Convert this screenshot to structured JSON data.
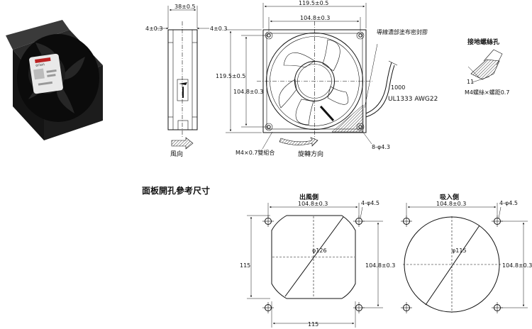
{
  "photo": {
    "brand": "orion"
  },
  "side_view": {
    "dim_depth": "38±0.5",
    "dim_flange_left": "4±0.3",
    "dim_flange_right": "4±0.3",
    "label_airflow": "風向"
  },
  "front_view": {
    "dim_width_outer": "119.5±0.5",
    "dim_width_hole": "104.8±0.3",
    "dim_height_outer": "119.5±0.5",
    "dim_height_hole": "104.8±0.3",
    "label_lead_seal": "導線濃部塗布密封膠",
    "label_lead_length": "1000",
    "label_lead_spec": "UL1333 AWG22",
    "label_holes": "8-φ4.3",
    "label_screw": "M4×0.7雙組合",
    "label_rotation": "旋轉方向"
  },
  "ground_detail": {
    "title": "接地螺絲孔",
    "dim_depth": "11",
    "label_thread": "M4螺絲×螺距0.7"
  },
  "panel_cutout": {
    "section_title": "面板開孔參考尺寸",
    "outlet": {
      "title": "出風側",
      "dim_hole_pitch_top": "104.8±0.3",
      "dim_holes": "4-φ4.5",
      "dim_diameter": "φ126",
      "dim_height": "115",
      "dim_hole_pitch_side": "104.8±0.3",
      "dim_width": "115"
    },
    "inlet": {
      "title": "吸入側",
      "dim_hole_pitch_top": "104.8±0.3",
      "dim_holes": "4-φ4.5",
      "dim_diameter": "φ115",
      "dim_hole_pitch_side": "104.8±0.3"
    }
  }
}
